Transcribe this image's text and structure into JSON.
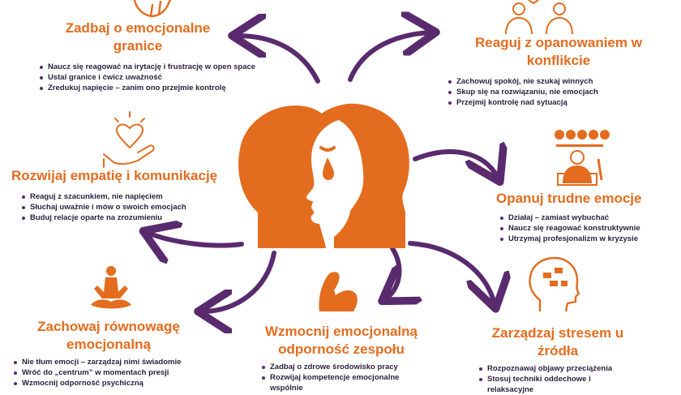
{
  "colors": {
    "accent": "#e36c1e",
    "arrow": "#5a2a6e",
    "text": "#2a1f3a"
  },
  "sections": [
    {
      "id": "granice",
      "title": [
        "Zadbaj o emocjonalne",
        "granice"
      ],
      "icon": "hand-stop-icon",
      "bullets": [
        "Naucz się reagować na irytację i frustrację w open space",
        "Ustal granice i ćwicz uważność",
        "Zredukuj napięcie – zanim ono przejmie kontrolę"
      ]
    },
    {
      "id": "konflikt",
      "title": [
        "Reaguj z opanowaniem w",
        "konflikcie"
      ],
      "icon": "two-people-icon",
      "bullets": [
        "Zachowuj spokój, nie szukaj winnych",
        "Skup się na rozwiązaniu, nie emocjach",
        "Przejmij kontrolę nad sytuacją"
      ]
    },
    {
      "id": "empatia",
      "title": [
        "Rozwijaj empatię i komunikację"
      ],
      "icon": "heart-hand-icon",
      "bullets": [
        "Reaguj z szacunkiem, nie napięciem",
        "Słuchaj uważnie i mów o swoich emocjach",
        "Buduj relacje oparte na zrozumieniu"
      ]
    },
    {
      "id": "trudne",
      "title": [
        "Opanuj trudne emocje"
      ],
      "icon": "emotions-person-icon",
      "bullets": [
        "Działaj – zamiast wybuchać",
        "Naucz się reagować konstruktywnie",
        "Utrzymaj profesjonalizm w kryzysie"
      ]
    },
    {
      "id": "rownowaga",
      "title": [
        "Zachowaj równowagę",
        "emocjonalną"
      ],
      "icon": "meditation-icon",
      "bullets": [
        "Nie tłum emocji – zarządzaj nimi świadomie",
        "Wróć do „centrum” w momentach presji",
        "Wzmocnij odporność psychiczną"
      ]
    },
    {
      "id": "odpornosc",
      "title": [
        "Wzmocnij emocjonalną",
        "odporność zespołu"
      ],
      "icon": "flexed-arm-icon",
      "bullets": [
        "Zadbaj o zdrowe środowisko pracy",
        "Rozwijaj kompetencje emocjonalne",
        "wspólnie"
      ]
    },
    {
      "id": "stres",
      "title": [
        "Zarządzaj stresem u",
        "źródła"
      ],
      "icon": "stress-head-icon",
      "bullets": [
        "Rozpoznawaj objawy przeciążenia",
        "Stosuj techniki oddechowe i",
        "relaksacyjne"
      ]
    }
  ]
}
